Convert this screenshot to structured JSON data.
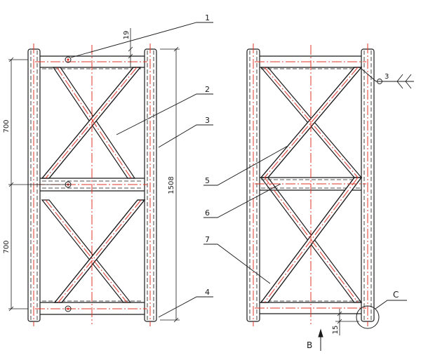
{
  "callouts": {
    "c1": "1",
    "c2": "2",
    "c3": "3",
    "c3b": "3",
    "c4": "4",
    "c5": "5",
    "c6": "6",
    "c7": "7",
    "cC": "C"
  },
  "dimensions": {
    "d19": "19",
    "d700_top": "700",
    "d700_bottom": "700",
    "d1508": "1508",
    "d15": "15"
  },
  "view_label": "B",
  "colors": {
    "line": "#1a1a1a",
    "centerline": "#e0342a"
  }
}
